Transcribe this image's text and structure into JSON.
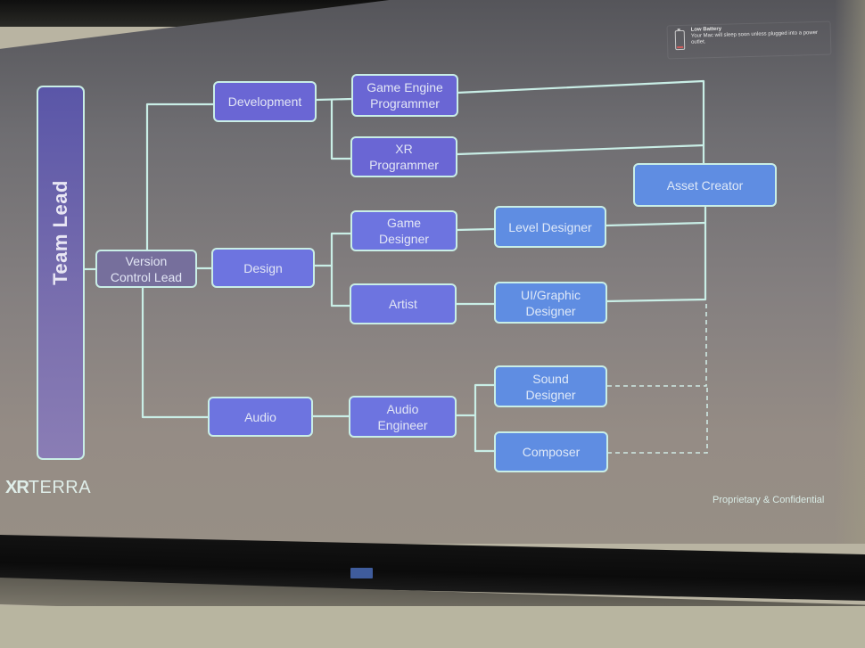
{
  "slide": {
    "logo": {
      "prefix": "XR",
      "suffix": "TERRA"
    },
    "footer": "Proprietary & Confidential"
  },
  "notification": {
    "icon": "low-battery-icon",
    "title": "Low Battery",
    "message": "Your Mac will sleep soon unless plugged into a power outlet."
  },
  "org_chart": {
    "team_lead": "Team Lead",
    "version_control_lead": "Version Control Lead",
    "departments": {
      "development": "Development",
      "design": "Design",
      "audio": "Audio"
    },
    "roles": {
      "game_engine_programmer": "Game Engine Programmer",
      "xr_programmer": "XR Programmer",
      "game_designer": "Game Designer",
      "artist": "Artist",
      "level_designer": "Level Designer",
      "ui_graphic_designer": "UI/Graphic Designer",
      "audio_engineer": "Audio Engineer",
      "sound_designer": "Sound Designer",
      "composer": "Composer",
      "asset_creator": "Asset Creator"
    },
    "connections": [
      {
        "from": "Team Lead",
        "to": "Version Control Lead",
        "style": "solid"
      },
      {
        "from": "Version Control Lead",
        "to": "Development",
        "style": "solid"
      },
      {
        "from": "Version Control Lead",
        "to": "Design",
        "style": "solid"
      },
      {
        "from": "Version Control Lead",
        "to": "Audio",
        "style": "solid"
      },
      {
        "from": "Development",
        "to": "Game Engine Programmer",
        "style": "solid"
      },
      {
        "from": "Development",
        "to": "XR Programmer",
        "style": "solid"
      },
      {
        "from": "Design",
        "to": "Game Designer",
        "style": "solid"
      },
      {
        "from": "Design",
        "to": "Artist",
        "style": "solid"
      },
      {
        "from": "Game Designer",
        "to": "Level Designer",
        "style": "solid"
      },
      {
        "from": "Artist",
        "to": "UI/Graphic Designer",
        "style": "solid"
      },
      {
        "from": "Audio",
        "to": "Audio Engineer",
        "style": "solid"
      },
      {
        "from": "Audio Engineer",
        "to": "Sound Designer",
        "style": "solid"
      },
      {
        "from": "Audio Engineer",
        "to": "Composer",
        "style": "solid"
      },
      {
        "from": "Game Engine Programmer",
        "to": "Asset Creator",
        "style": "solid"
      },
      {
        "from": "XR Programmer",
        "to": "Asset Creator",
        "style": "solid"
      },
      {
        "from": "Level Designer",
        "to": "Asset Creator",
        "style": "solid"
      },
      {
        "from": "UI/Graphic Designer",
        "to": "Asset Creator",
        "style": "solid"
      },
      {
        "from": "Sound Designer",
        "to": "Asset Creator",
        "style": "dashed"
      },
      {
        "from": "Composer",
        "to": "Asset Creator",
        "style": "dashed"
      }
    ]
  }
}
